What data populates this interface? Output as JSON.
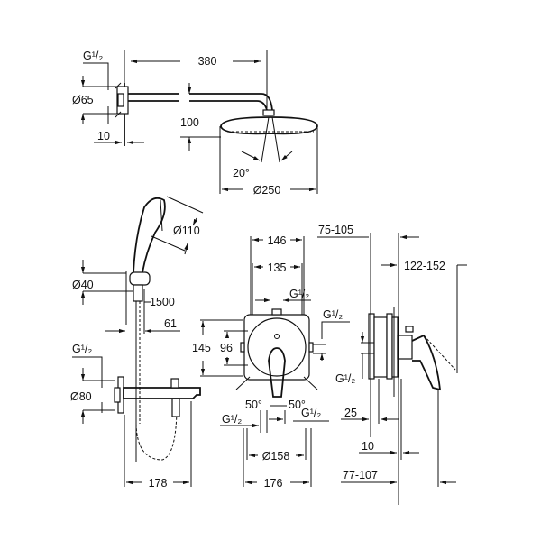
{
  "title": "Shower system dimension drawing",
  "head_shower": {
    "thread": "G¹/₂",
    "arm_length": "380",
    "flange_diameter": "Ø65",
    "drop": "100",
    "wall_offset": "10",
    "angle": "20°",
    "head_diameter": "Ø250"
  },
  "hand_shower": {
    "head_diameter": "Ø110",
    "holder_diameter": "Ø40",
    "hose_length": "1500",
    "projection": "61"
  },
  "bath_spout": {
    "thread": "G¹/₂",
    "flange_diameter": "Ø80",
    "length": "178"
  },
  "mixer_front": {
    "width_outer": "146",
    "width_inner": "135",
    "thread_top": "G¹/₂",
    "thread_right": "G¹/₂",
    "height_outer": "145",
    "height_inner": "96",
    "angle_left": "50°",
    "angle_right": "50°",
    "thread_bottom_left": "G¹/₂",
    "thread_bottom_right": "G¹/₂",
    "cover_diameter": "Ø158",
    "width_total": "176"
  },
  "mixer_side": {
    "install_depth": "75-105",
    "projection": "122-152",
    "thread_side": "G¹/₂",
    "offset": "25",
    "wall": "10",
    "depth_total": "77-107"
  }
}
